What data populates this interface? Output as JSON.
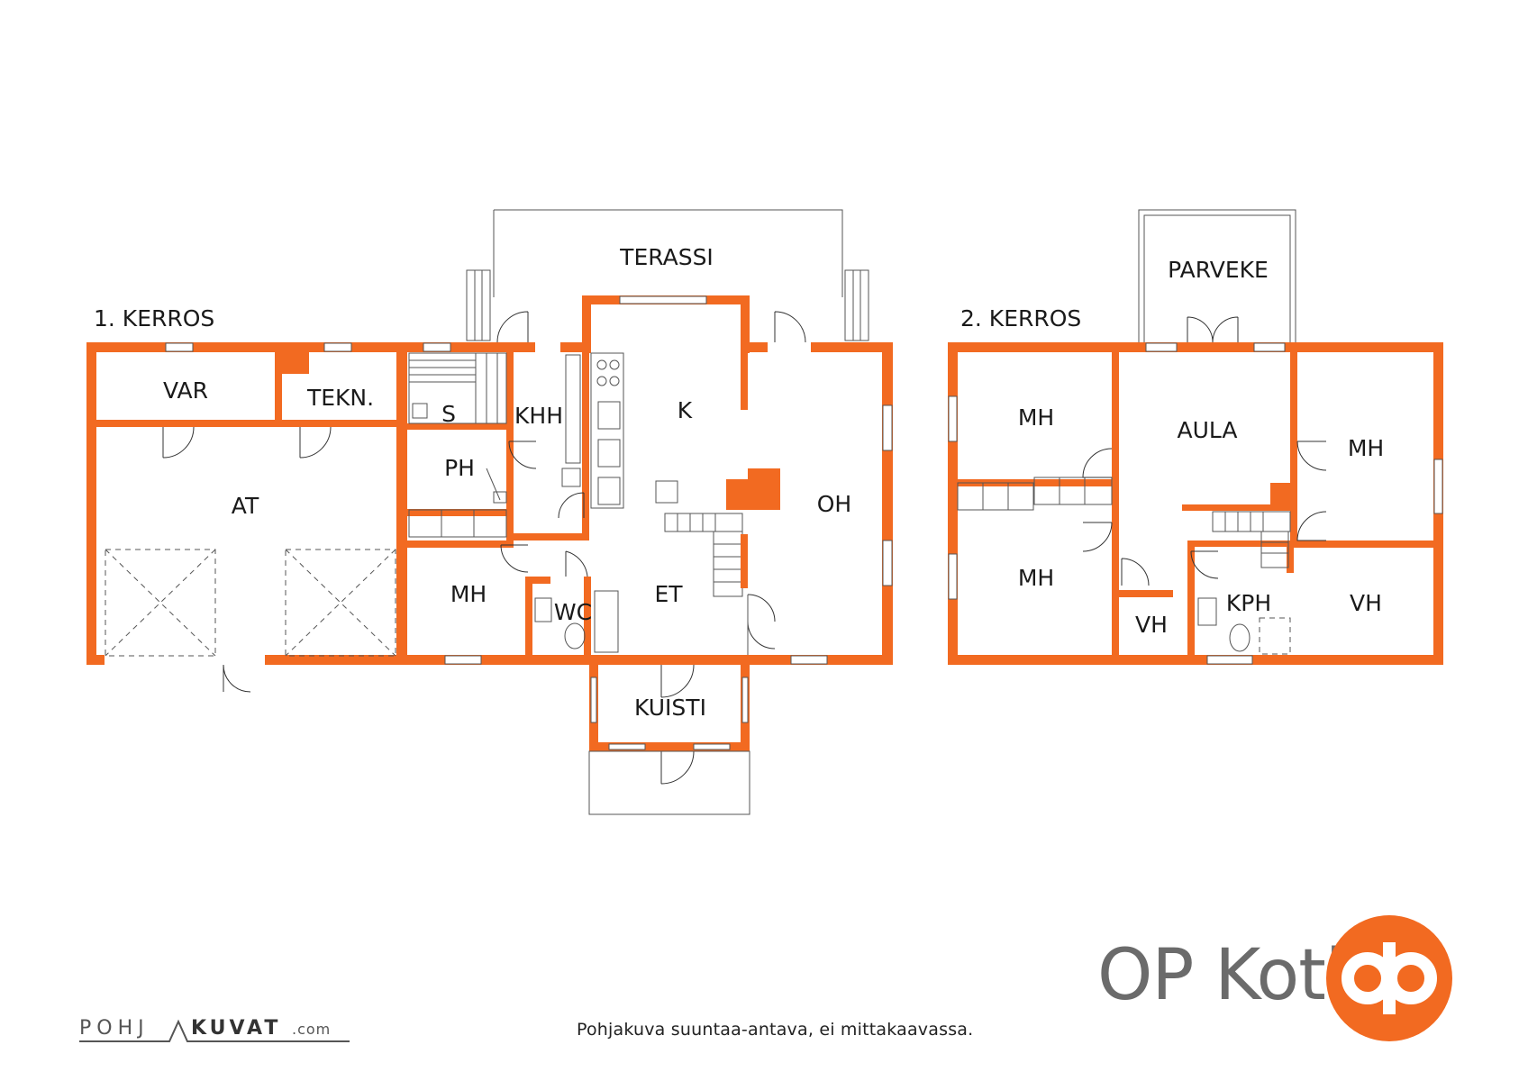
{
  "floor1": {
    "title": "1. KERROS",
    "rooms": {
      "terassi": "TERASSI",
      "var": "VAR",
      "tekn": "TEKN.",
      "at": "AT",
      "s": "S",
      "ph": "PH",
      "khh": "KHH",
      "k": "K",
      "oh": "OH",
      "mh": "MH",
      "wc": "WC",
      "et": "ET",
      "kuisti": "KUISTI"
    }
  },
  "floor2": {
    "title": "2. KERROS",
    "rooms": {
      "parveke": "PARVEKE",
      "mh_top": "MH",
      "aula": "AULA",
      "mh_right": "MH",
      "mh_bottom": "MH",
      "vh_small": "VH",
      "kph": "KPH",
      "vh_right": "VH"
    }
  },
  "footer": {
    "note": "Pohjakuva suuntaa-antava, ei mittakaavassa.",
    "brand": "OP Koti",
    "watermark_left": "POHJ",
    "watermark_mid": "KUVAT",
    "watermark_suffix": ".com"
  },
  "colors": {
    "wall": "#f26a21",
    "line": "#333333",
    "thin": "#888888",
    "text": "#1a1a1a",
    "brand_gray": "#6b6b6b"
  }
}
